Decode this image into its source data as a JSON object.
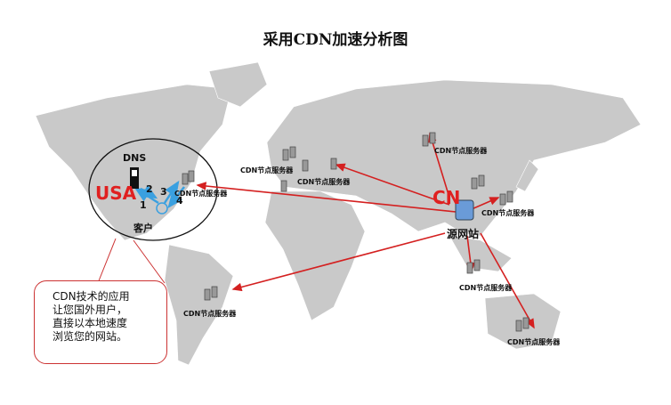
{
  "title": "采用CDN加速分析图",
  "node_label": "CDN节点服务器",
  "labels": {
    "dns": "DNS",
    "usa": "USA",
    "cn": "CN",
    "client": "客户",
    "origin": "源网站"
  },
  "steps": [
    "1",
    "2",
    "3",
    "4"
  ],
  "callout": [
    "CDN技术的应用",
    "让您国外用户，",
    "直接以本地速度",
    "浏览您的网站。"
  ],
  "colors": {
    "accent": "#e02020",
    "land": "#c9c9c9",
    "arrow_blue": "#3aa0e0"
  }
}
